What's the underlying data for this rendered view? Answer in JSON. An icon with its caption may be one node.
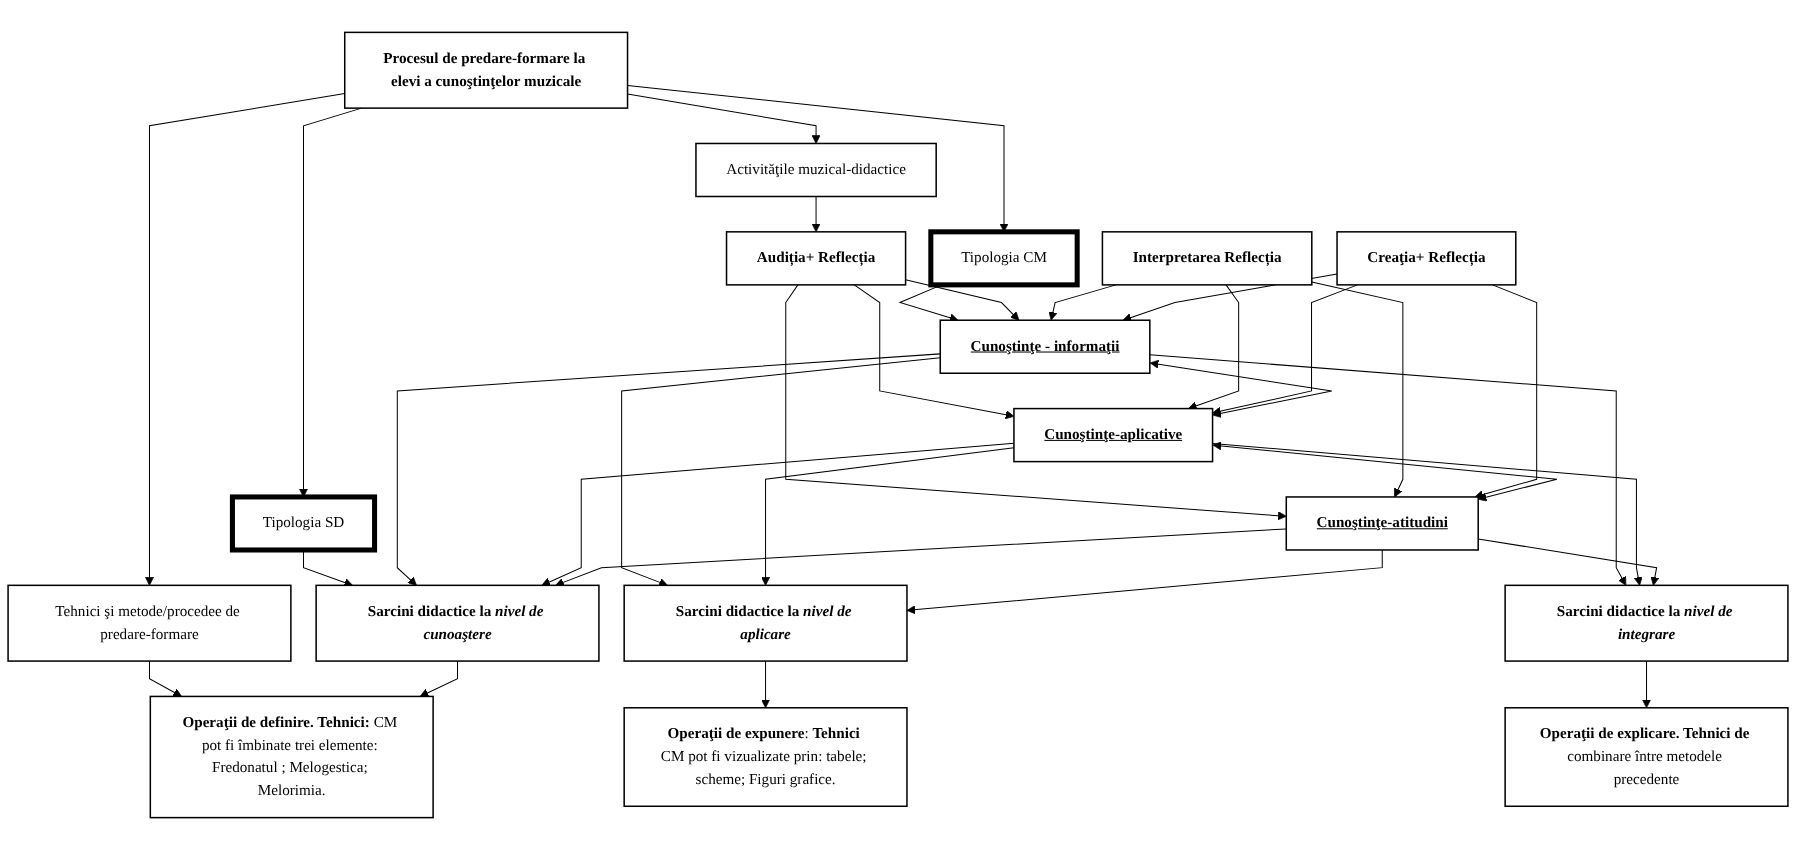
{
  "diagram": {
    "nodes": [
      {
        "text": [
          "Procesul de predare-formare la elevi a cunoştinţelor muzicale"
        ]
      },
      {
        "text": [
          "Activităţile muzical-didactice"
        ]
      },
      {
        "text": [
          "Tipologia CM"
        ]
      },
      {
        "text": [
          "Tipologia SD"
        ]
      },
      {
        "text": [
          "Tehnici şi metode/procedee de predare-formare"
        ]
      },
      {
        "text": [
          "Audiția+ Reflecția"
        ]
      },
      {
        "text": [
          "Cunoştinţe - informaţii"
        ]
      },
      {
        "text": [
          "Sarcini didactice la *nivel de cunoaştere*"
        ]
      },
      {
        "text": [
          "**Operaţii de definire. Tehnici:** CM pot fi îmbinate trei elemente: Fredonatul ; Melogestica; Melorimia."
        ]
      },
      {
        "text": [
          "Interpretarea Reflecția"
        ]
      },
      {
        "text": [
          "Cunoştinţe-aplicative"
        ]
      },
      {
        "text": [
          "Sarcini didactice la *nivel de aplicare*"
        ]
      },
      {
        "text": [
          "**Operaţii de expunere**: **Tehnici** CM pot fi vizualizate prin: tabele; scheme; Figuri grafice."
        ]
      },
      {
        "text": [
          "Creaţia+ Reflecția"
        ]
      },
      {
        "text": [
          "Cunoştinţe-atitudini"
        ]
      },
      {
        "text": [
          "Sarcini didactice la *nivel de integrare*"
        ]
      },
      {
        "text": [
          "**Operaţii de explicare. Tehnici de** combinare între metodele precedente"
        ]
      }
    ],
    "edges": [
      {
        "from": 0,
        "to": 1,
        "arrow": "to"
      },
      {
        "from": 0,
        "to": 2,
        "arrow": "to"
      },
      {
        "from": 0,
        "to": 3,
        "arrow": "to"
      },
      {
        "from": 0,
        "to": 4,
        "arrow": "to"
      },
      {
        "from": 1,
        "to": 5,
        "arrow": "to"
      },
      {
        "from": 2,
        "to": 6,
        "arrow": "to"
      },
      {
        "from": 3,
        "to": 7,
        "arrow": "to"
      },
      {
        "from": 4,
        "to": 8,
        "arrow": "to"
      },
      {
        "from": 5,
        "to": 6,
        "arrow": "to"
      },
      {
        "from": 5,
        "to": 10,
        "arrow": "to"
      },
      {
        "from": 5,
        "to": 14,
        "arrow": "to"
      },
      {
        "from": 9,
        "to": 6,
        "arrow": "to"
      },
      {
        "from": 9,
        "to": 10,
        "arrow": "to"
      },
      {
        "from": 9,
        "to": 14,
        "arrow": "to"
      },
      {
        "from": 13,
        "to": 6,
        "arrow": "to"
      },
      {
        "from": 13,
        "to": 10,
        "arrow": "to"
      },
      {
        "from": 13,
        "to": 14,
        "arrow": "to"
      },
      {
        "from": 6,
        "to": 10,
        "arrow": "both"
      },
      {
        "from": 10,
        "to": 14,
        "arrow": "both"
      },
      {
        "from": 6,
        "to": 7,
        "arrow": "to"
      },
      {
        "from": 6,
        "to": 11,
        "arrow": "to"
      },
      {
        "from": 6,
        "to": 15,
        "arrow": "to"
      },
      {
        "from": 10,
        "to": 7,
        "arrow": "to"
      },
      {
        "from": 10,
        "to": 11,
        "arrow": "to"
      },
      {
        "from": 10,
        "to": 15,
        "arrow": "to"
      },
      {
        "from": 14,
        "to": 7,
        "arrow": "to"
      },
      {
        "from": 14,
        "to": 11,
        "arrow": "to"
      },
      {
        "from": 14,
        "to": 15,
        "arrow": "to"
      },
      {
        "from": 7,
        "to": 8,
        "arrow": "to"
      },
      {
        "from": 11,
        "to": 12,
        "arrow": "to"
      },
      {
        "from": 15,
        "to": 16,
        "arrow": "to"
      }
    ]
  }
}
